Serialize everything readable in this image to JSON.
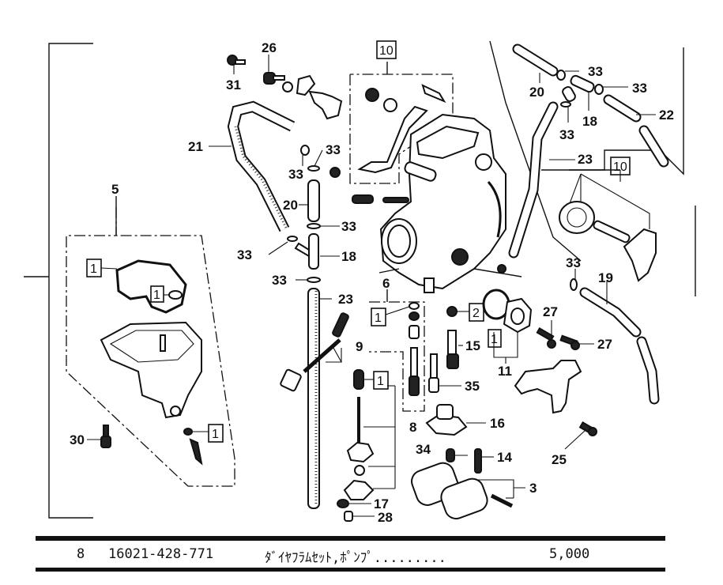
{
  "diagram": {
    "title": "Carburetor exploded parts diagram",
    "callouts": [
      {
        "id": "c31",
        "label": "31",
        "part": "screw"
      },
      {
        "id": "c26",
        "label": "26",
        "part": "throttle stop screw"
      },
      {
        "id": "c21",
        "label": "21",
        "part": "hose"
      },
      {
        "id": "c33a",
        "label": "33",
        "part": "clip"
      },
      {
        "id": "c33b",
        "label": "33",
        "part": "clip"
      },
      {
        "id": "c20a",
        "label": "20",
        "part": "hose"
      },
      {
        "id": "c33c",
        "label": "33",
        "part": "clip"
      },
      {
        "id": "c33d",
        "label": "33",
        "part": "clip"
      },
      {
        "id": "c18a",
        "label": "18",
        "part": "T-joint"
      },
      {
        "id": "c33e",
        "label": "33",
        "part": "clip"
      },
      {
        "id": "c23a",
        "label": "23",
        "part": "hose"
      },
      {
        "id": "c9",
        "label": "9",
        "part": "screw set"
      },
      {
        "id": "c5",
        "label": "5",
        "part": "float chamber set"
      },
      {
        "id": "c30",
        "label": "30",
        "part": "screw"
      },
      {
        "id": "c6",
        "label": "6",
        "part": "needle jet set"
      },
      {
        "id": "c8",
        "label": "8",
        "part": "diaphragm set, pump"
      },
      {
        "id": "c17",
        "label": "17",
        "part": "cap"
      },
      {
        "id": "c28",
        "label": "28",
        "part": "screw"
      },
      {
        "id": "c15",
        "label": "15",
        "part": "jet"
      },
      {
        "id": "c35",
        "label": "35",
        "part": "jet"
      },
      {
        "id": "c16",
        "label": "16",
        "part": "holder"
      },
      {
        "id": "c34",
        "label": "34",
        "part": "jet"
      },
      {
        "id": "c14",
        "label": "14",
        "part": "float valve"
      },
      {
        "id": "c3",
        "label": "3",
        "part": "float set"
      },
      {
        "id": "c11",
        "label": "11",
        "part": "cover set"
      },
      {
        "id": "c27a",
        "label": "27",
        "part": "screw"
      },
      {
        "id": "c27b",
        "label": "27",
        "part": "screw"
      },
      {
        "id": "c25",
        "label": "25",
        "part": "screw"
      },
      {
        "id": "c19",
        "label": "19",
        "part": "hose"
      },
      {
        "id": "c33f",
        "label": "33",
        "part": "clip"
      },
      {
        "id": "c20b",
        "label": "20",
        "part": "hose"
      },
      {
        "id": "c33g",
        "label": "33",
        "part": "clip"
      },
      {
        "id": "c33h",
        "label": "33",
        "part": "clip"
      },
      {
        "id": "c18b",
        "label": "18",
        "part": "T-joint"
      },
      {
        "id": "c33i",
        "label": "33",
        "part": "clip"
      },
      {
        "id": "c22",
        "label": "22",
        "part": "hose"
      },
      {
        "id": "c23b",
        "label": "23",
        "part": "hose"
      }
    ],
    "boxed_callouts": [
      {
        "id": "b10a",
        "label": "10"
      },
      {
        "id": "b10b",
        "label": "10"
      },
      {
        "id": "b1a",
        "label": "1"
      },
      {
        "id": "b1b",
        "label": "1"
      },
      {
        "id": "b1c",
        "label": "1"
      },
      {
        "id": "b1d",
        "label": "1"
      },
      {
        "id": "b1e",
        "label": "1"
      },
      {
        "id": "b1f",
        "label": "1"
      },
      {
        "id": "b2",
        "label": "2"
      }
    ]
  },
  "parts_list": {
    "rows": [
      {
        "ref": "8",
        "part_number": "16021-428-771",
        "description": "ﾀﾞｲﾔﾌﾗﾑｾｯﾄ,ﾎﾟﾝﾌﾟ.........",
        "price": "5,000"
      }
    ]
  }
}
